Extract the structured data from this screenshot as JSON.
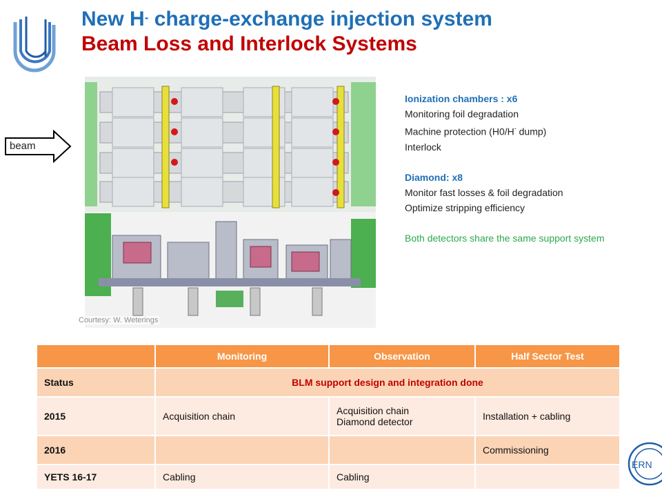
{
  "title": {
    "line1_pre": "New H",
    "line1_sup": "-",
    "line1_post": " charge-exchange injection system",
    "line2": "Beam Loss and Interlock Systems"
  },
  "beam_label": "beam",
  "courtesy": "Courtesy: W. Weterings",
  "info": {
    "ion_header": "Ionization chambers : x6",
    "ion_line1": "Monitoring foil degradation",
    "ion_line2_pre": "Machine protection (H0/H",
    "ion_line2_sup": "-",
    "ion_line2_post": " dump)",
    "ion_line3": "Interlock",
    "dia_header": "Diamond: x8",
    "dia_line1": "Monitor fast losses & foil degradation",
    "dia_line2": "Optimize stripping efficiency",
    "shared": "Both detectors share the same support system"
  },
  "table": {
    "headers": [
      "",
      "Monitoring",
      "Observation",
      "Half Sector Test"
    ],
    "status_label": "Status",
    "status_value": "BLM support design and integration done",
    "rows": [
      {
        "label": "2015",
        "monitoring": "Acquisition chain",
        "observation_1": "Acquisition chain",
        "observation_2": "Diamond detector",
        "hst": "Installation + cabling"
      },
      {
        "label": "2016",
        "monitoring": "",
        "observation_1": "",
        "observation_2": "",
        "hst": "Commissioning"
      },
      {
        "label": "YETS 16-17",
        "monitoring": "Cabling",
        "observation_1": "Cabling",
        "observation_2": "",
        "hst": ""
      }
    ]
  },
  "colors": {
    "title_blue": "#1f6fb6",
    "title_red": "#c00000",
    "table_header": "#f79646",
    "table_dark_row": "#fbd4b6",
    "table_light_row": "#fdeae0",
    "green_text": "#2ca84a"
  },
  "logo_right_text": "ERN"
}
